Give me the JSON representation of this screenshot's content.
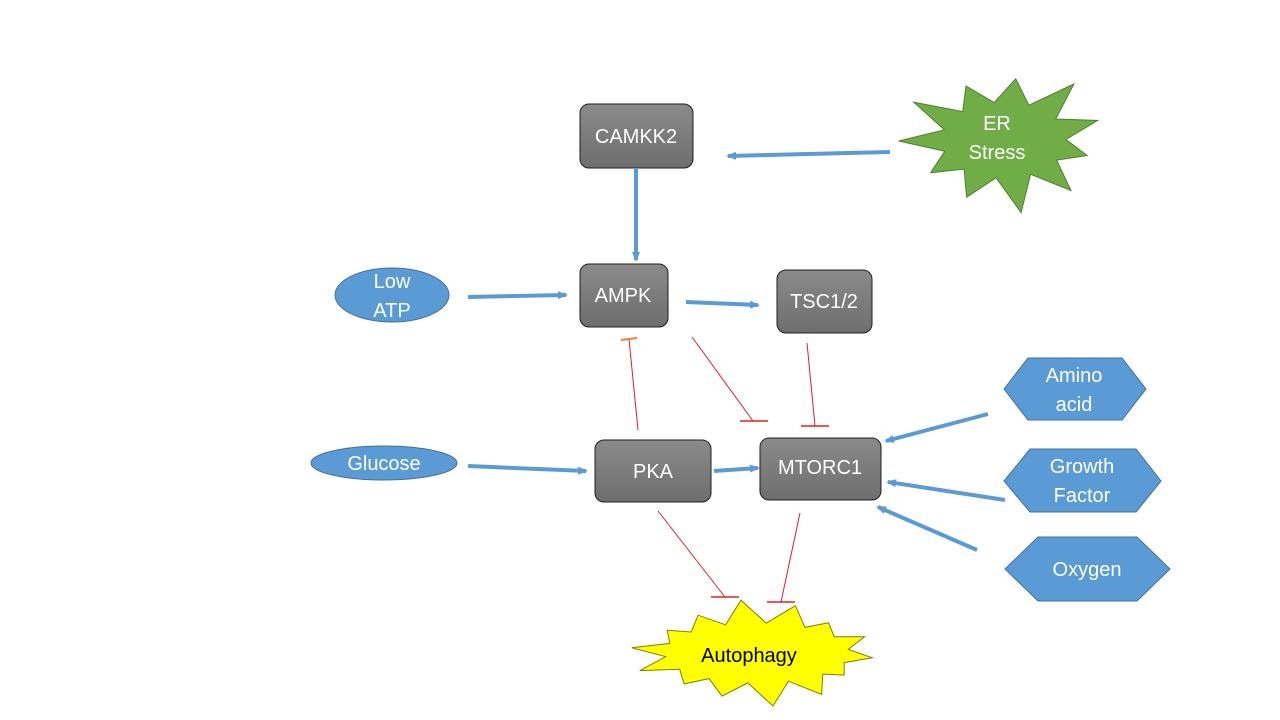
{
  "colors": {
    "background": "#ffffff",
    "protein_box": "#7f7f7f",
    "protein_text": "#ffffff",
    "input_blue": "#5b9bd5",
    "input_text": "#ffffff",
    "stress_green": "#70ad47",
    "autophagy_yellow": "#ffff00",
    "autophagy_text": "#000000",
    "activation_arrow": "#5b9bd5",
    "inhibition_line": "#e02020",
    "inhibition_orange": "#ed7d31"
  },
  "nodes": {
    "camkk2": {
      "label": "CAMKK2"
    },
    "ampk": {
      "label": "AMPK"
    },
    "tsc": {
      "label": "TSC1/2"
    },
    "pka": {
      "label": "PKA"
    },
    "mtorc1": {
      "label": "MTORC1"
    },
    "low_atp": {
      "lines": [
        "Low",
        "ATP"
      ]
    },
    "glucose": {
      "label": "Glucose"
    },
    "er_stress": {
      "lines": [
        "ER",
        "Stress"
      ]
    },
    "amino_acid": {
      "lines": [
        "Amino",
        "acid"
      ]
    },
    "growth_factor": {
      "lines": [
        "Growth",
        "Factor"
      ]
    },
    "oxygen": {
      "label": "Oxygen"
    },
    "autophagy": {
      "label": "Autophagy"
    }
  }
}
